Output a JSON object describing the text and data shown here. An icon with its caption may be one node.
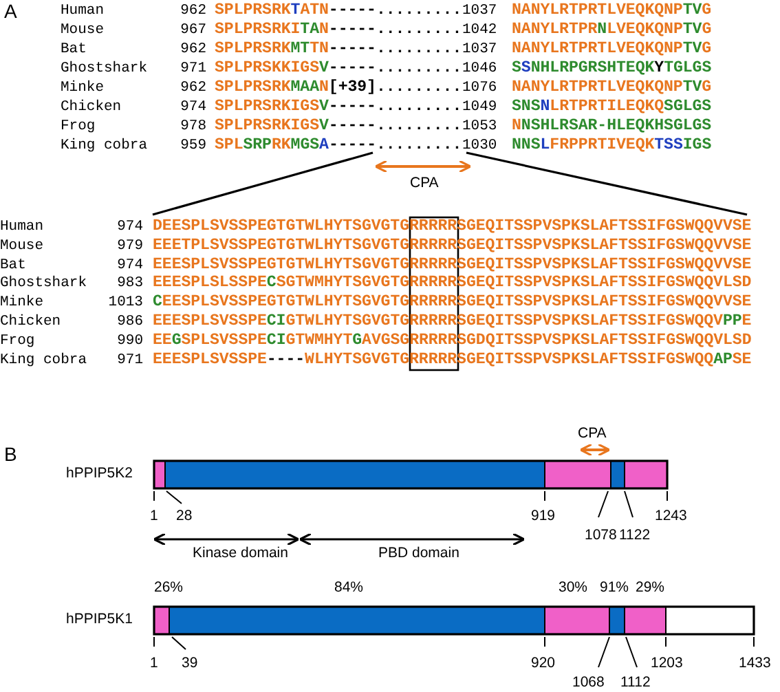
{
  "diagram": {
    "labels": [
      "A",
      "Human",
      "962",
      "SPLPRSRKTATN-----.........",
      "1037",
      "NANYLRTPRTLVEQKQNPTVG",
      "Mouse",
      "967",
      "SPLPRSRKITAN-----.........",
      "1042",
      "NANYLRTPRNLVEQKQNPTVG",
      "Bat",
      "962",
      "SPLPRSRKMTTN-----.........",
      "1037",
      "NANYLRTPRTLVEQKQNPTVG",
      "Ghostshark",
      "971",
      "SPLPRSKKIGSV-----.........",
      "1046",
      "SSNHLRPGRSHTEQKYTGLGS",
      "Minke",
      "962",
      "SPLPRSRKMAAN[+39].........",
      "1076",
      "NANYLRTPRTLVEQKQNPTVG",
      "Chicken",
      "974",
      "SPLPRSRKIGSV-----.........",
      "1049",
      "SNSNLRTPRTILEQKQSGLGS",
      "Frog",
      "978",
      "SPLPRSRKIGSV-----.........",
      "1053",
      "NNSHLRSAR-HLEQKHSGLGS",
      "King cobra",
      "959",
      "SPLSRPRKMGSA-----.........",
      "1030",
      "NNSLFRPPRTIVEQKTSSIGS",
      "CPA",
      "Human",
      "974",
      "DEESPLSVSSPEGTGTWLHYTSGVGTGRRRRRSGEQITSSPVSPKSLAFTSSIFGSWQQVVSE",
      "Mouse",
      "979",
      "EEETPLSVSSPEGTGTWLHYTSGVGTGRRRRRSGEQITSSPVSPKSLAFTSSIFGSWQQVVSE",
      "Bat",
      "974",
      "EEESPLSVSSPEGTGTWLHYTSGVGTGRRRRRSGEQITSSPVSPKSLAFTSSIFGSWQQVVSE",
      "Ghostshark",
      "983",
      "EEESPLSLSSPECSGTWMHYTSGVGTGRRRRRSGEQITSSPVSPKSLAFTSSIFGSWQQVLSD",
      "Minke",
      "1013",
      "CEESPLSVSSPEGTGTWLHYTSGVGTGRRRRRSGEQITSSPVSPKSLAFTSSIFGSWQQVVSE",
      "Chicken",
      "986",
      "EEESPLSVSSPECIGTWLHYTSGVGTGRRRRRSGEQITSSPVSPKSLAFTSSIFGSWQQVPPE",
      "Frog",
      "990",
      "EEGSPLSVSSPECIGTWMHYTGAVGSGRRRRRSGDQITSSPVSPKSLAFTSSIFGSWQQVLSD",
      "King cobra",
      "971",
      "EEESPLSVSSPE----WLHYTSGVGTGRRRRRSGEQITSSPVSPKSLAFTSSIFGSWQQAPSE",
      "B",
      "CPA",
      "hPPIP5K2",
      "1",
      "28",
      "919",
      "1078",
      "1122",
      "1243",
      "Kinase domain",
      "PBD domain",
      "26%",
      "84%",
      "30%",
      "91%",
      "29%",
      "hPPIP5K1",
      "1",
      "39",
      "920",
      "1068",
      "1112",
      "1203",
      "1433"
    ]
  }
}
